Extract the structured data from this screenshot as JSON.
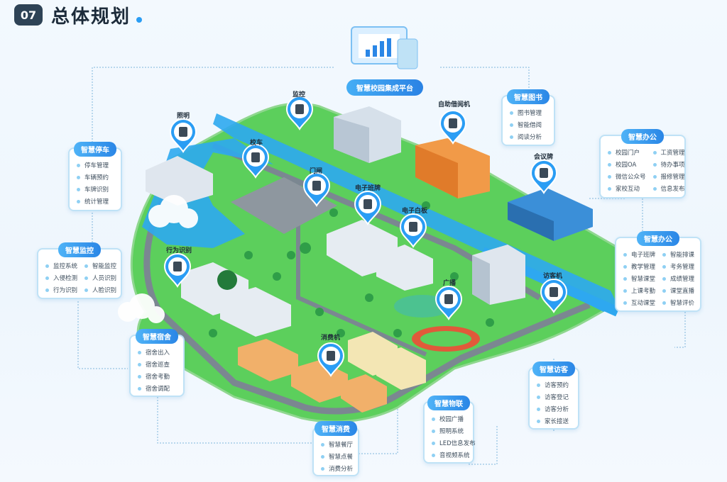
{
  "header": {
    "number": "07",
    "title": "总体规划"
  },
  "platform": {
    "label": "智慧校园集成平台"
  },
  "pins": {
    "lighting": "照明",
    "monitor": "监控",
    "bus": "校车",
    "kiosk": "自助借阅机",
    "meeting_board": "会议牌",
    "gate": "门闸",
    "class_board": "电子班牌",
    "whiteboard": "电子白板",
    "behavior": "行为识别",
    "broadcast": "广播",
    "visitor_machine": "访客机",
    "pos": "消费机"
  },
  "boxes": {
    "parking": {
      "title": "智慧停车",
      "items": [
        "停车管理",
        "车辆预约",
        "车牌识别",
        "统计管理"
      ]
    },
    "monitoring": {
      "title": "智慧监控",
      "items": [
        "监控系统",
        "智能监控",
        "入侵检测",
        "人员识别",
        "行为识别",
        "人脸识别"
      ]
    },
    "dorm": {
      "title": "智慧宿舍",
      "items": [
        "宿舍出入",
        "宿舍巡查",
        "宿舍考勤",
        "宿舍调配"
      ]
    },
    "consume": {
      "title": "智慧消费",
      "items": [
        "智慧餐厅",
        "智慧点餐",
        "消费分析"
      ]
    },
    "iot": {
      "title": "智慧物联",
      "items": [
        "校园广播",
        "照明系统",
        "LED信息发布",
        "音视频系统"
      ]
    },
    "visitor": {
      "title": "智慧访客",
      "items": [
        "访客预约",
        "访客登记",
        "访客分析",
        "家长接送"
      ]
    },
    "library": {
      "title": "智慧图书",
      "items": [
        "图书管理",
        "智能借阅",
        "阅读分析"
      ]
    },
    "office": {
      "title": "智慧办公",
      "items": [
        "校园门户",
        "工资管理",
        "校园OA",
        "待办事项",
        "微信公众号",
        "报修管理",
        "家校互动",
        "信息发布"
      ]
    },
    "office2": {
      "title": "智慧办公",
      "items": [
        "电子班牌",
        "智能排课",
        "教学管理",
        "考务管理",
        "智慧课堂",
        "成绩管理",
        "上课考勤",
        "课堂直播",
        "互动课堂",
        "智慧评价"
      ]
    }
  },
  "colors": {
    "grass": "#5ccf5c",
    "road": "#7b8791",
    "water": "#2ea8f0",
    "accent": "#2a86e6",
    "box_border": "#bfe2f6"
  }
}
